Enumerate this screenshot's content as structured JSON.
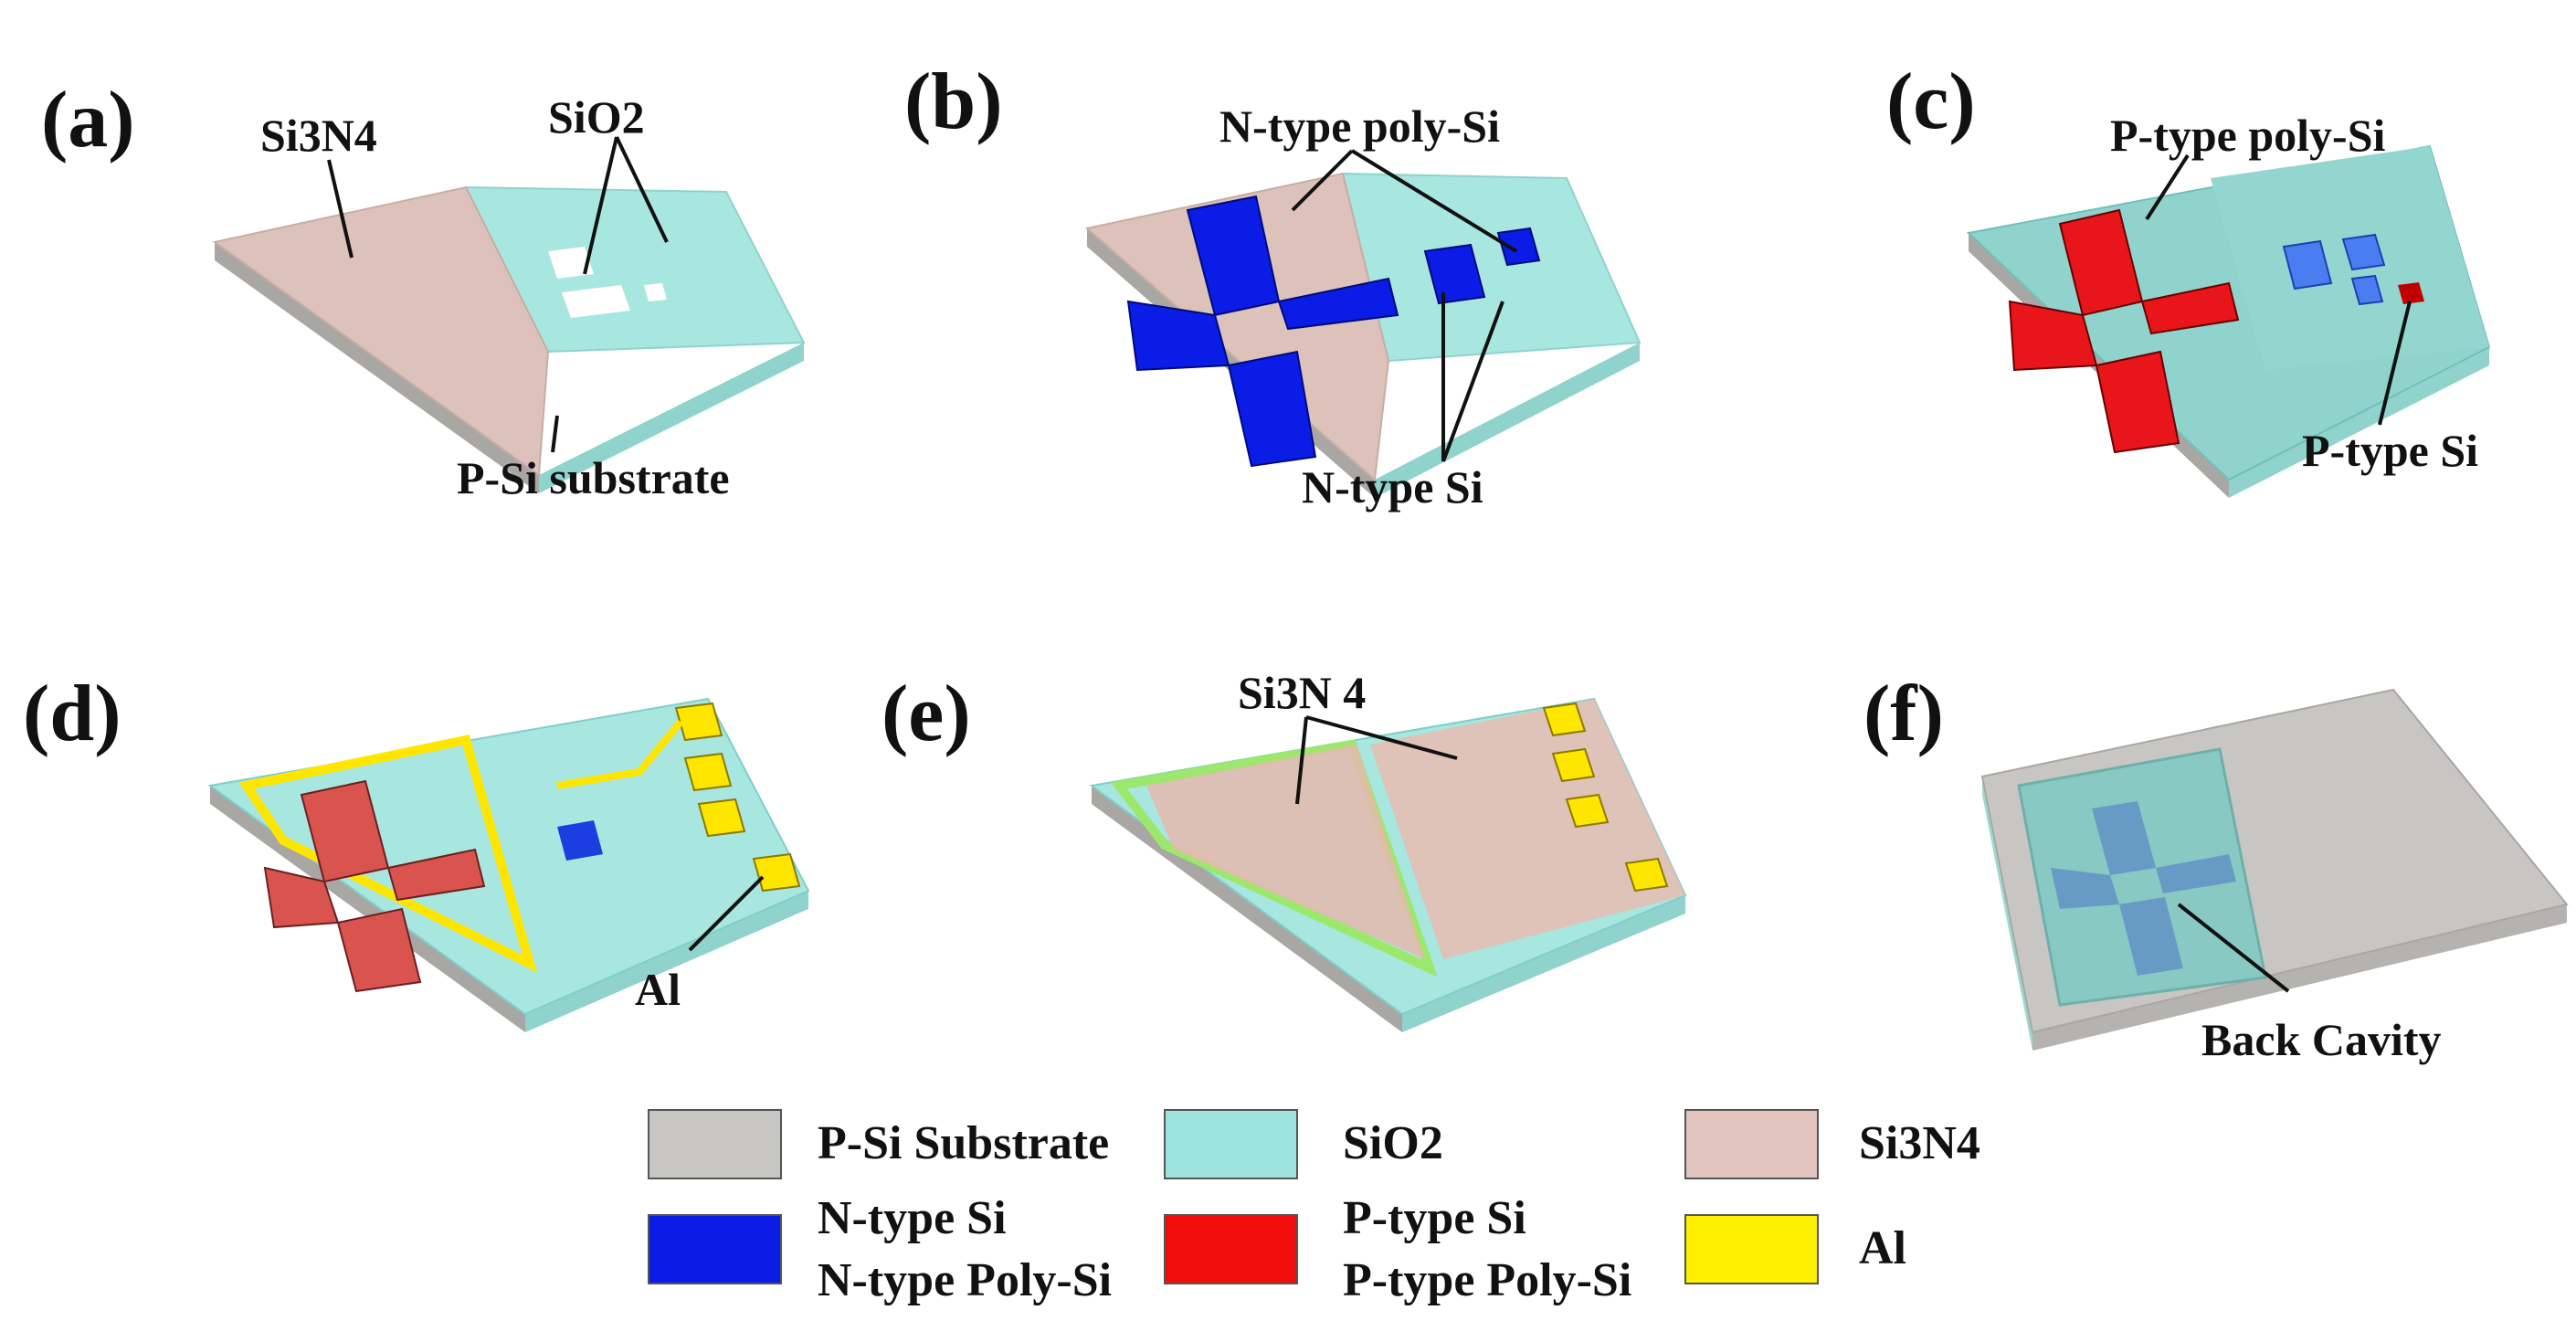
{
  "panels": [
    {
      "id": "a",
      "tag": "(a)",
      "labels": {
        "si3n4": "Si3N4",
        "sio2": "SiO2",
        "substrate": "P-Si substrate"
      }
    },
    {
      "id": "b",
      "tag": "(b)",
      "labels": {
        "npoly": "N-type poly-Si",
        "nsi": "N-type Si"
      }
    },
    {
      "id": "c",
      "tag": "(c)",
      "labels": {
        "ppoly": "P-type poly-Si",
        "psi": "P-type Si"
      }
    },
    {
      "id": "d",
      "tag": "(d)",
      "labels": {
        "al": "Al"
      }
    },
    {
      "id": "e",
      "tag": "(e)",
      "labels": {
        "si3n4": "Si3N 4"
      }
    },
    {
      "id": "f",
      "tag": "(f)",
      "labels": {
        "cavity": "Back Cavity"
      }
    }
  ],
  "legend": [
    {
      "id": "psi-substrate",
      "lines": [
        "P-Si Substrate"
      ],
      "color": "#c8c6c3"
    },
    {
      "id": "sio2",
      "lines": [
        "SiO2"
      ],
      "color": "#9ee4de"
    },
    {
      "id": "si3n4",
      "lines": [
        "Si3N4"
      ],
      "color": "#e0c4bd"
    },
    {
      "id": "n-type",
      "lines": [
        "N-type Si",
        "N-type Poly-Si"
      ],
      "color": "#0a1ce6"
    },
    {
      "id": "p-type",
      "lines": [
        "P-type Si",
        "P-type Poly-Si"
      ],
      "color": "#f20d0d"
    },
    {
      "id": "al",
      "lines": [
        "Al"
      ],
      "color": "#ffef00"
    }
  ],
  "colors": {
    "substrate": "#c8c6c3",
    "substrate_side": "#a9a7a4",
    "sio2": "#a8e6e0",
    "sio2_dark": "#7fcfc8",
    "si3n4": "#dcc2ba",
    "ntype": "#0a1ce6",
    "ptype": "#e8161a",
    "al": "#ffe600"
  }
}
